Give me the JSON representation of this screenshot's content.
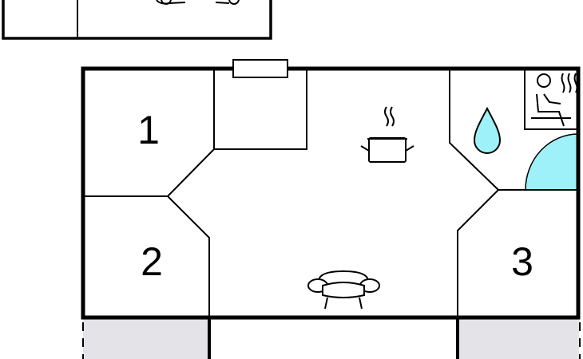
{
  "floorplan": {
    "rooms": [
      {
        "label": "1"
      },
      {
        "label": "2"
      },
      {
        "label": "3"
      }
    ],
    "icons": [
      "kitchen-pot-icon",
      "sofa-icon",
      "water-drop-icon",
      "sauna-icon",
      "car-icon"
    ],
    "colors": {
      "wall": "#000000",
      "terrace": "#e4e4e8",
      "pool": "#9ff1f9",
      "water": "#9ff1f9",
      "background": "#ffffff"
    }
  }
}
